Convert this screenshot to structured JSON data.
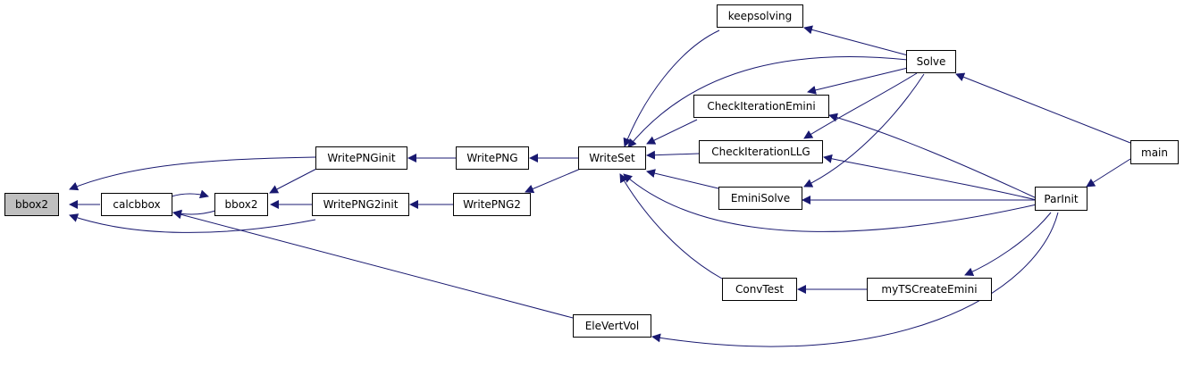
{
  "graph": {
    "edge_color": "#191970",
    "current_node_fill": "#bfbfbf",
    "nodes": {
      "bbox2_root": "bbox2",
      "calcbbox": "calcbbox",
      "bbox2": "bbox2",
      "writepnginit": "WritePNGinit",
      "writepng2init": "WritePNG2init",
      "writepng": "WritePNG",
      "writepng2": "WritePNG2",
      "writeset": "WriteSet",
      "keepsolving": "keepsolving",
      "checkiterationemini": "CheckIterationEmini",
      "checkiterationllg": "CheckIterationLLG",
      "eminisolve": "EminiSolve",
      "convtest": "ConvTest",
      "elevertvol": "EleVertVol",
      "solve": "Solve",
      "parinit": "ParInit",
      "mytscreateemini": "myTSCreateEmini",
      "main": "main"
    }
  }
}
